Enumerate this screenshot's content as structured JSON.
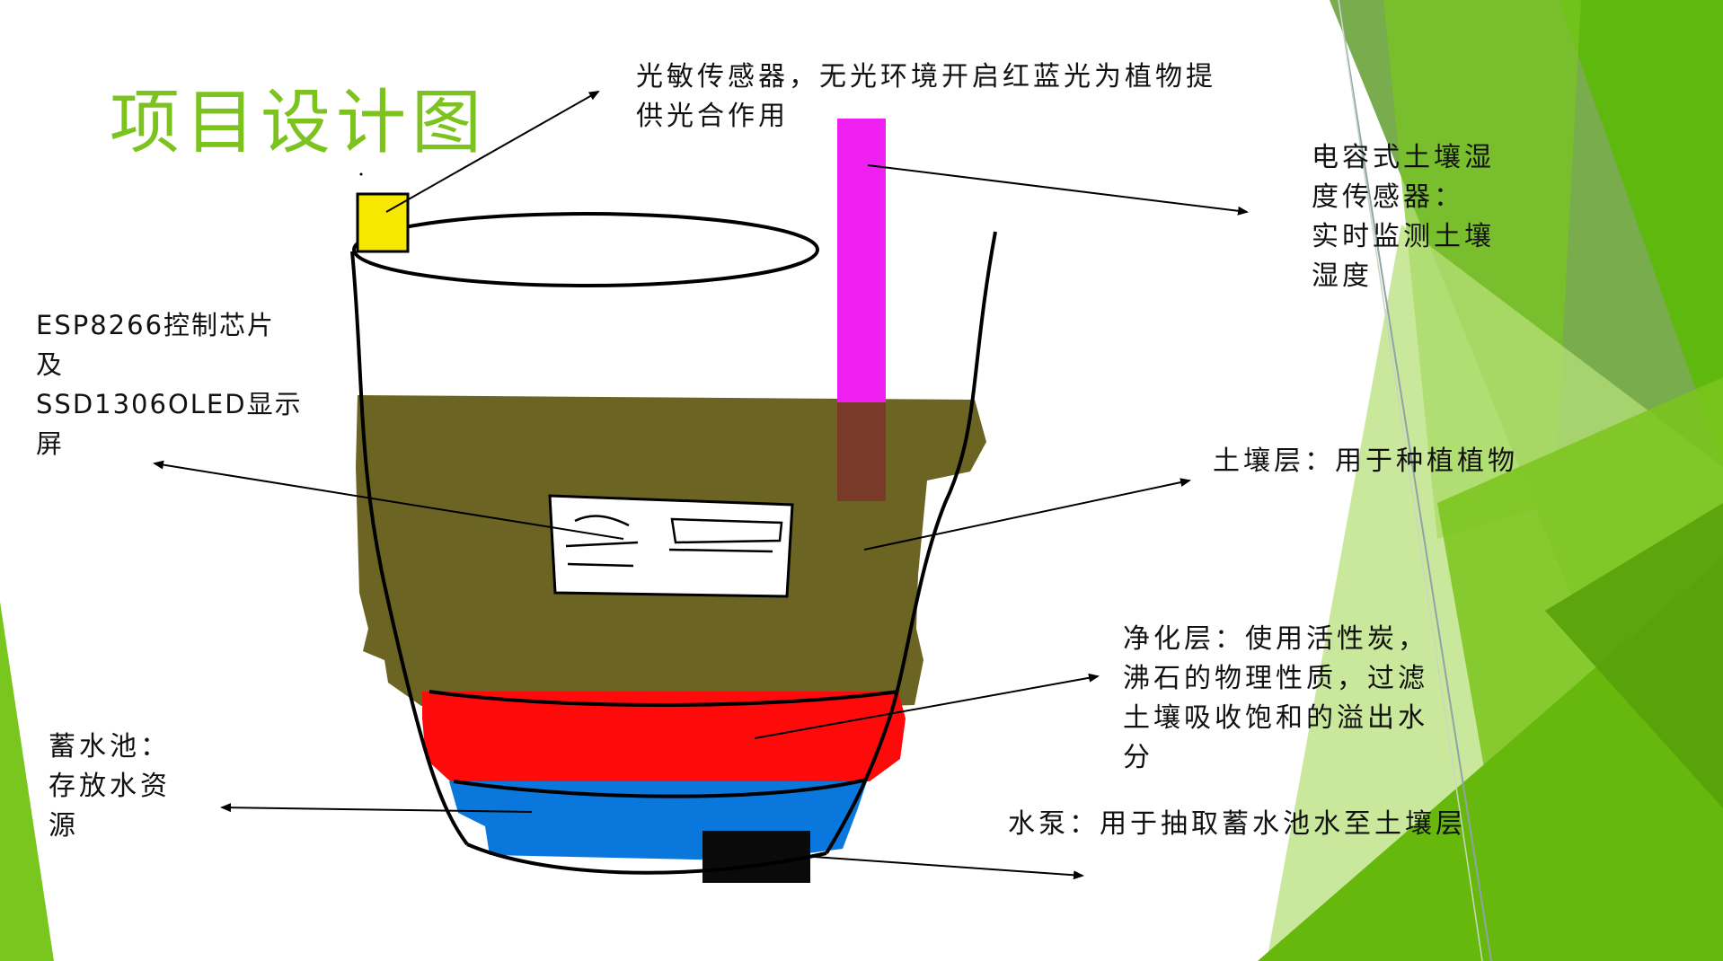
{
  "slide": {
    "title": "项目设计图"
  },
  "colors": {
    "accent": "#7dc31f",
    "sensor": "#f6e800",
    "probe": "#ee1ff0",
    "probe_in_soil": "#7a3a2a",
    "soil": "#6b6422",
    "purification": "#ff0a0a",
    "reservoir": "#0a77dd",
    "pump": "#0a0a0a"
  },
  "labels": {
    "light_sensor": "光敏传感器，无光环境开启红蓝光为植物提\n供光合作用",
    "moisture_sensor": "电容式土壤湿\n度传感器：\n实时监测土壤\n湿度",
    "controller": "ESP8266控制芯片\n及\nSSD1306OLED显示\n屏",
    "soil_layer": "土壤层：用于种植植物",
    "purification_layer": "净化层：使用活性炭，\n沸石的物理性质，过滤\n土壤吸收饱和的溢出水\n分",
    "reservoir": "蓄水池：\n存放水资\n源",
    "pump": "水泵：用于抽取蓄水池水至土壤层"
  }
}
